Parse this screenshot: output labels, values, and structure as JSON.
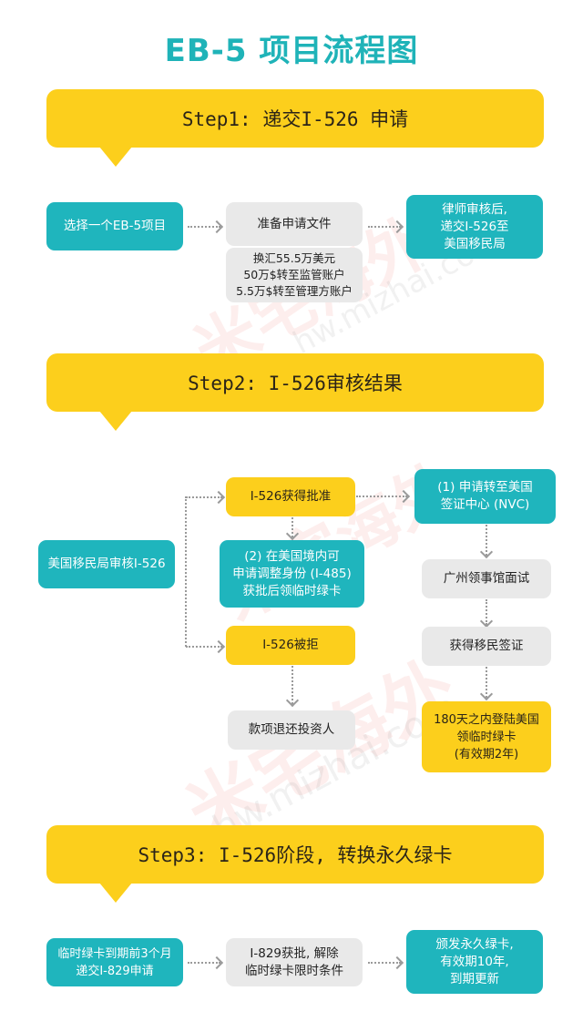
{
  "title": "EB-5 项目流程图",
  "colors": {
    "teal": "#1fb5bd",
    "yellow": "#fccf1c",
    "grey": "#e9e9e9",
    "title": "#1fb3b8",
    "arrow": "#9a9a9a"
  },
  "watermark": {
    "brand": "米宅海外",
    "url": "hw.mizhai.com"
  },
  "step1": {
    "banner": "Step1: 递交I-526 申请",
    "nodes": {
      "choose": "选择一个EB-5项目",
      "prepare": "准备申请文件",
      "funds": "换汇55.5万美元\n50万$转至监管账户\n5.5万$转至管理方账户",
      "submit": "律师审核后,\n递交I-526至\n美国移民局"
    }
  },
  "step2": {
    "banner": "Step2: I-526审核结果",
    "nodes": {
      "review": "美国移民局审核I-526",
      "approved": "I-526获得批准",
      "adjust": "(2) 在美国境内可\n申请调整身份 (I-485)\n获批后领临时绿卡",
      "rejected": "I-526被拒",
      "refund": "款项退还投资人",
      "nvc": "(1) 申请转至美国\n签证中心 (NVC)",
      "interview": "广州领事馆面试",
      "visa": "获得移民签证",
      "enter": "180天之内登陆美国\n领临时绿卡\n(有效期2年)"
    }
  },
  "step3": {
    "banner": "Step3: I-526阶段, 转换永久绿卡",
    "nodes": {
      "file829": "临时绿卡到期前3个月\n递交I-829申请",
      "approved829": "I-829获批, 解除\n临时绿卡限时条件",
      "permanent": "颁发永久绿卡,\n有效期10年,\n到期更新"
    }
  }
}
